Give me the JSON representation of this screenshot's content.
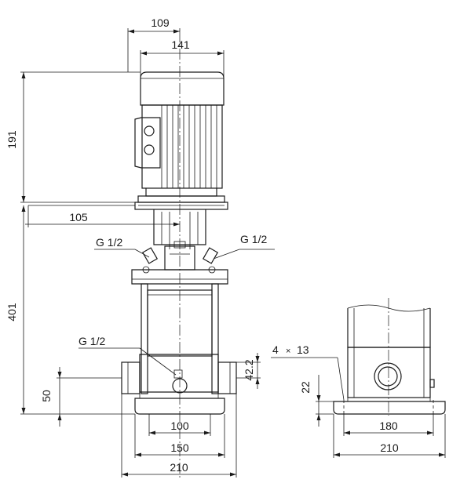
{
  "drawing": {
    "dimensions": {
      "motor_width_top": "109",
      "motor_width": "141",
      "motor_height": "191",
      "motor_offset": "105",
      "pump_height": "401",
      "suction_height": "50",
      "port_spacing_top": "100",
      "port_spacing": "150",
      "base_width_front": "210",
      "side_base_inner": "180",
      "side_base_width": "210",
      "side_height": "22",
      "flange_dim": "42.2"
    },
    "labels": {
      "plug_left": "G 1/2",
      "plug_right": "G 1/2",
      "plug_bottom": "G 1/2",
      "holes_count": "4",
      "holes_times": "×",
      "holes_size": "13"
    }
  }
}
